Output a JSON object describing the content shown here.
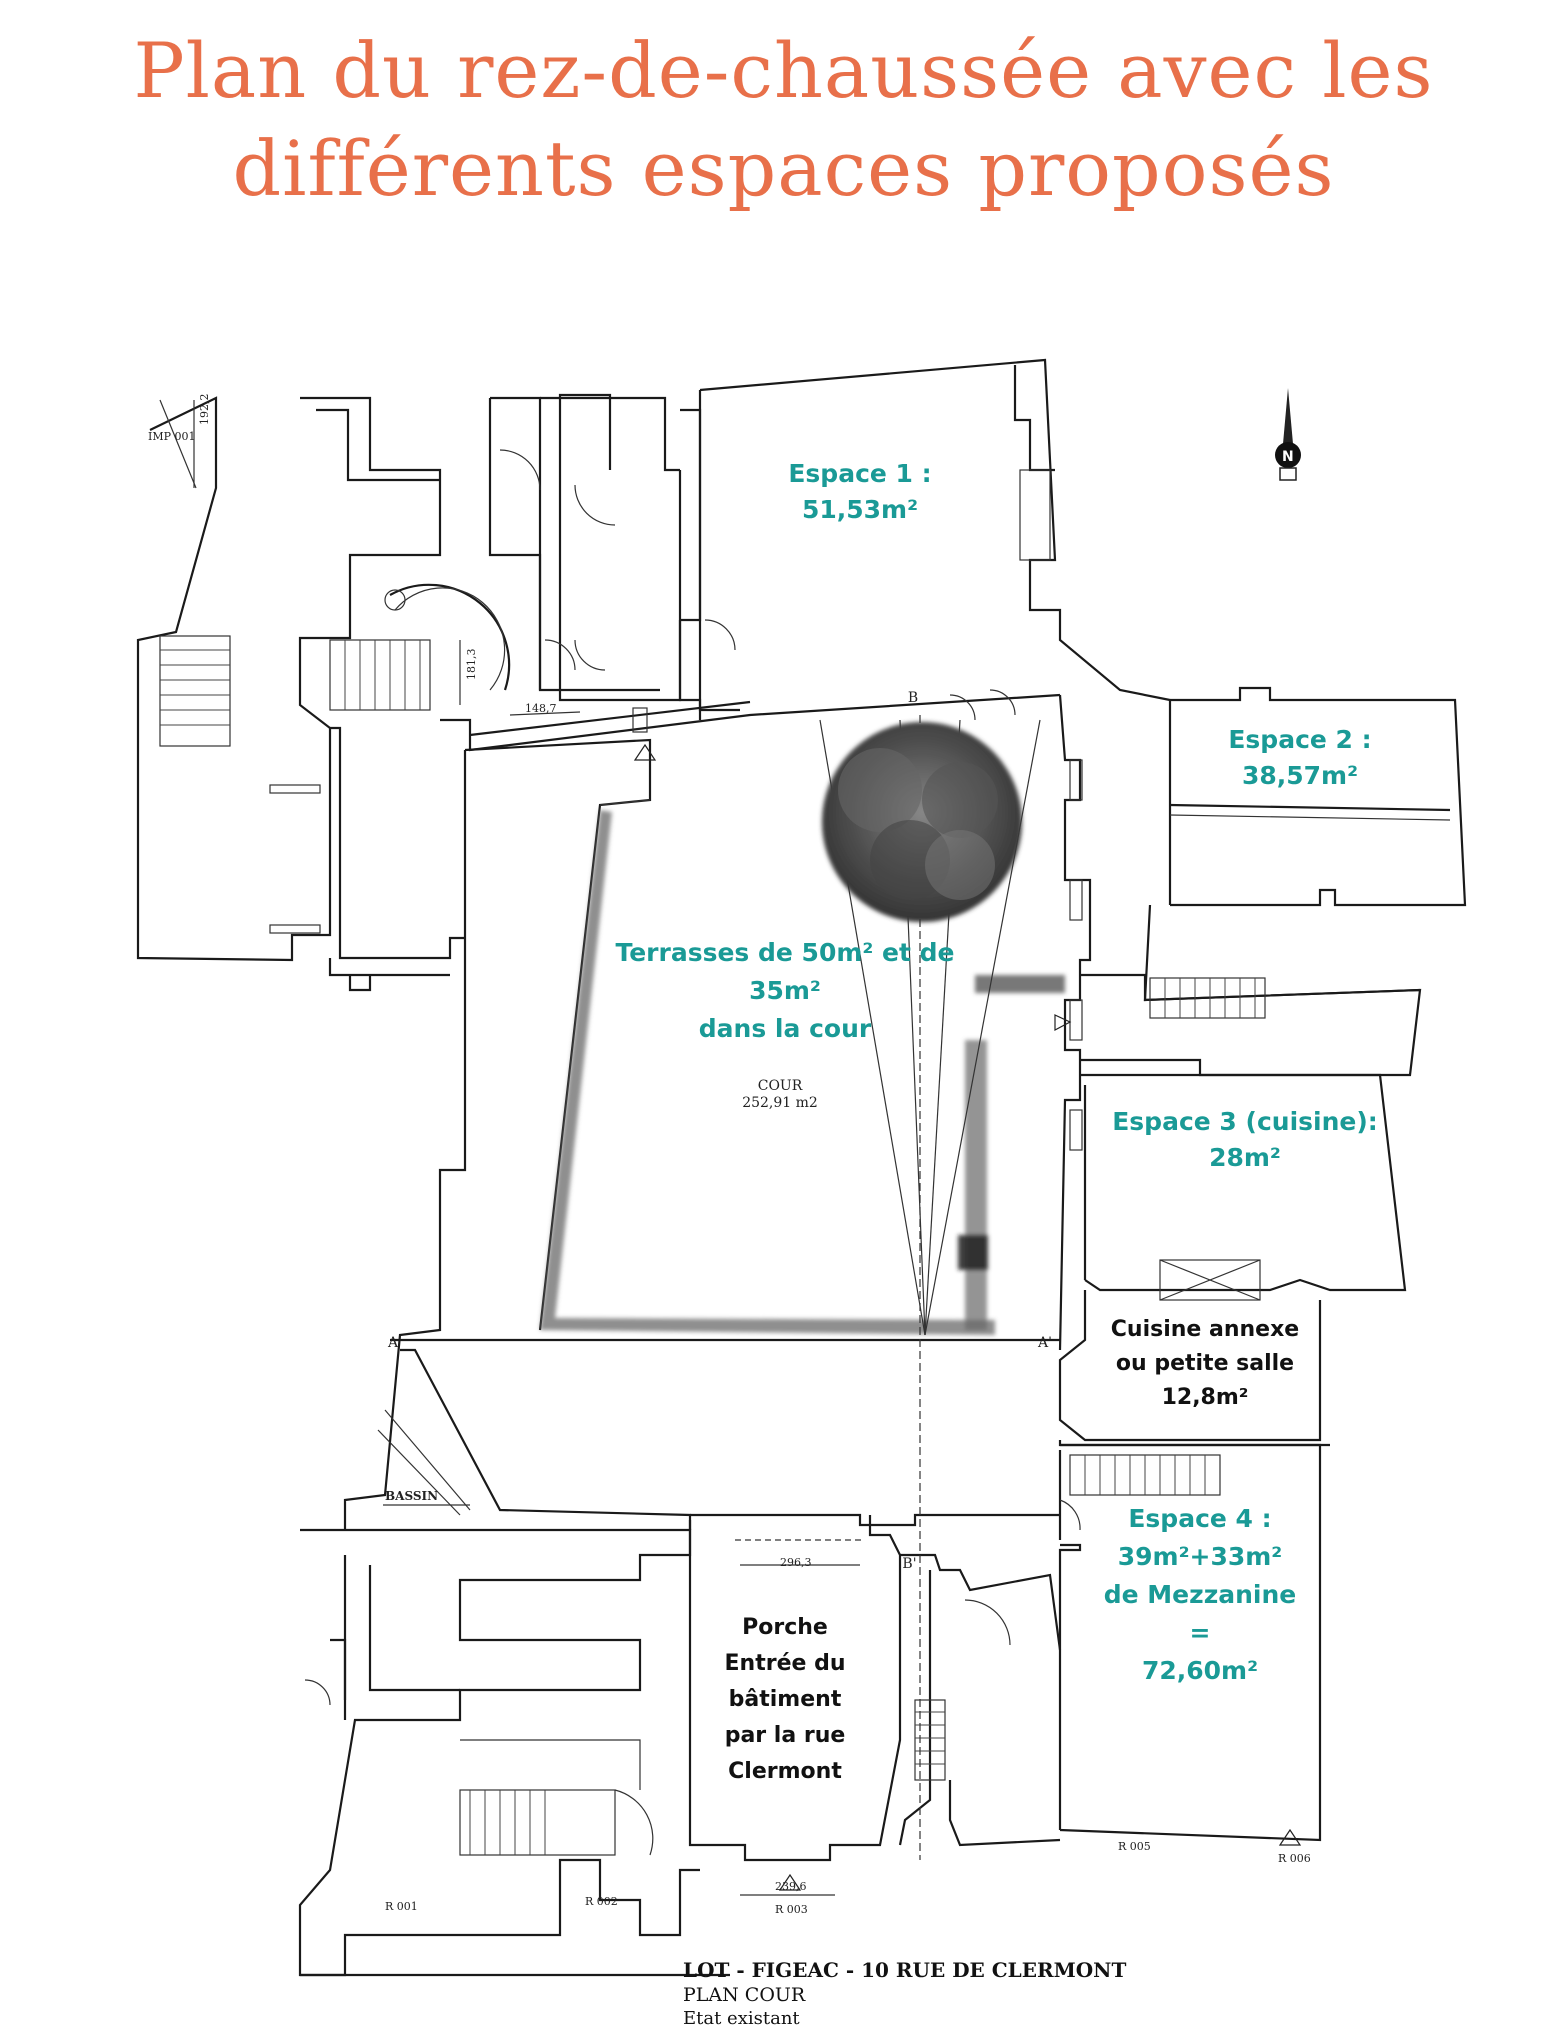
{
  "title": {
    "line1": "Plan du rez-de-chaussée avec les",
    "line2": "différents espaces proposés"
  },
  "spaces": {
    "espace1": {
      "line1": "Espace 1 :",
      "line2": "51,53m²"
    },
    "espace2": {
      "line1": "Espace 2 :",
      "line2": "38,57m²"
    },
    "terrasses": {
      "line1": "Terrasses de 50m² et de",
      "line2": "35m²",
      "line3": "dans la cour"
    },
    "espace3": {
      "line1": "Espace 3  (cuisine):",
      "line2": "28m²"
    },
    "cuisine_annexe": {
      "line1": "Cuisine  annexe",
      "line2": "ou petite salle",
      "line3": "12,8m²"
    },
    "espace4": {
      "line1": "Espace 4 :",
      "line2": "39m²+33m²",
      "line3": "de Mezzanine",
      "line4": "=",
      "line5": "72,60m²"
    },
    "porche": {
      "line1": "Porche",
      "line2": "Entrée du",
      "line3": "bâtiment",
      "line4": "par la rue",
      "line5": "Clermont"
    }
  },
  "plan_labels": {
    "cour_name": "COUR",
    "cour_area": "252,91 m2",
    "bassin": "BASSIN",
    "imp": "IMP 001",
    "section_a": "A",
    "section_a2": "A'",
    "section_b": "B",
    "section_b2": "B'",
    "dim_1922": "192,2",
    "dim_1487": "148,7",
    "dim_1813": "181,3",
    "dim_2963": "296,3",
    "dim_2396": "239,6",
    "r001": "R 001",
    "r002": "R 002",
    "r003": "R 003",
    "r005": "R 005",
    "r006": "R 006"
  },
  "footer": {
    "line1": "LOT - FIGEAC - 10 RUE DE CLERMONT",
    "line2": "PLAN COUR",
    "line3": "Etat existant"
  },
  "colors": {
    "title": "#e8704a",
    "space_label": "#1a9a96",
    "wall": "#1a1a1a"
  },
  "icons": {
    "north_arrow": "north-arrow-icon",
    "tree": "tree-icon"
  }
}
